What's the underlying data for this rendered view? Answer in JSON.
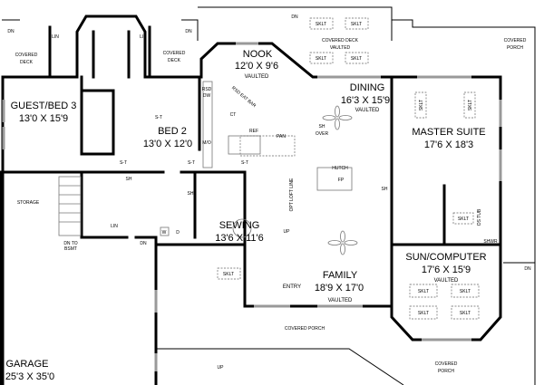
{
  "rooms": {
    "guest_bed3": {
      "name": "GUEST/BED 3",
      "size": "13'0 X 15'9"
    },
    "bed2": {
      "name": "BED 2",
      "size": "13'0 X 12'0"
    },
    "nook": {
      "name": "NOOK",
      "size": "12'0 X 9'6",
      "note": "VAULTED"
    },
    "dining": {
      "name": "DINING",
      "size": "16'3 X 15'9",
      "note": "VAULTED"
    },
    "master": {
      "name": "MASTER SUITE",
      "size": "17'6 X 18'3"
    },
    "sewing": {
      "name": "SEWING",
      "size": "13'6 X 11'6"
    },
    "family": {
      "name": "FAMILY",
      "size": "18'9 X 17'0",
      "note": "VAULTED"
    },
    "sun": {
      "name": "SUN/COMPUTER",
      "size": "17'6 X 15'9",
      "note": "VAULTED"
    },
    "garage": {
      "name": "GARAGE",
      "size": "25'3 X 35'0"
    },
    "entry": {
      "name": "ENTRY"
    },
    "storage": {
      "name": "STORAGE"
    }
  },
  "labels": {
    "covered_deck": "COVERED DECK",
    "covered_deck_vaulted_1": "COVERED DECK",
    "covered_deck_vaulted_2": "VAULTED",
    "covered": "COVERED",
    "deck": "DECK",
    "porch": "PORCH",
    "covered_porch": "COVERED PORCH",
    "dn": "DN",
    "up": "UP",
    "dn_to": "DN TO",
    "bsmt": "BSMT",
    "lin": "LIN",
    "st": "S-T",
    "sh": "SH",
    "over": "OVER",
    "skylight": "SKLT",
    "rsd": "RSD",
    "dw": "DW",
    "mo": "M/O",
    "ref": "REF",
    "pan": "PAN",
    "raised_eat_bar": "RSD EAT BAR",
    "ct": "CT",
    "hutch": "HUTCH",
    "fp": "FP",
    "opt_loft_line": "OPT LOFT LINE",
    "washer": "W",
    "dryer": "D",
    "os_tub": "OS TUB",
    "shwr": "SHWR"
  }
}
